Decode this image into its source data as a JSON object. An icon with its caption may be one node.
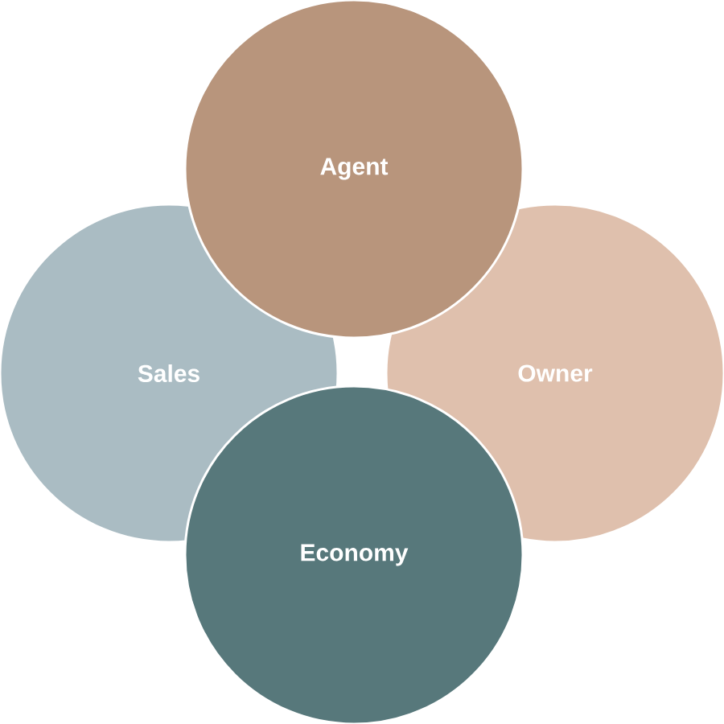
{
  "diagram": {
    "nodes": [
      {
        "text": [
          "Sales"
        ]
      },
      {
        "text": [
          "Owner"
        ]
      },
      {
        "text": [
          "Agent"
        ]
      },
      {
        "text": [
          "Economy"
        ]
      }
    ]
  }
}
